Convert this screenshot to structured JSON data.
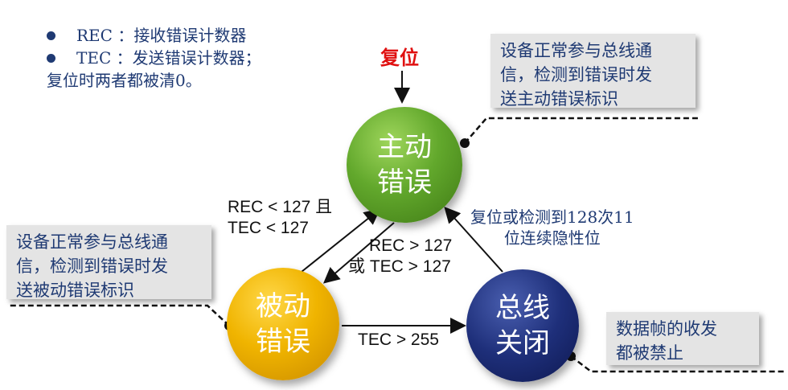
{
  "legend": {
    "items": [
      "REC ：接收错误计数器",
      "TEC ：发送错误计数器；"
    ],
    "footnote": "复位时两者都被清0。"
  },
  "reset_label": "复位",
  "states": {
    "active": {
      "line1": "主动",
      "line2": "错误"
    },
    "passive": {
      "line1": "被动",
      "line2": "错误"
    },
    "busoff": {
      "line1": "总线",
      "line2": "关闭"
    }
  },
  "notes": {
    "active": {
      "line1": "设备正常参与总线通",
      "line2": "信，检测到错误时发",
      "line3": "送主动错误标识"
    },
    "passive": {
      "line1": "设备正常参与总线通",
      "line2": "信，检测到错误时发",
      "line3": "送被动错误标识"
    },
    "busoff": {
      "line1": "数据帧的收发",
      "line2": "都被禁止"
    }
  },
  "transitions": {
    "passive_to_active": {
      "line1": "REC < 127 且",
      "line2": "TEC < 127"
    },
    "active_to_passive": {
      "line1": "REC > 127",
      "line2": "或 TEC > 127"
    },
    "busoff_to_active": {
      "line1": "复位或检测到128次11",
      "line2": "位连续隐性位"
    },
    "passive_to_busoff": "TEC > 255"
  },
  "colors": {
    "text_blue": "#1f3a73",
    "reset_red": "#e01010",
    "active_green": "#62a82c",
    "passive_yellow": "#f0b400",
    "busoff_navy": "#1e2f7a"
  }
}
